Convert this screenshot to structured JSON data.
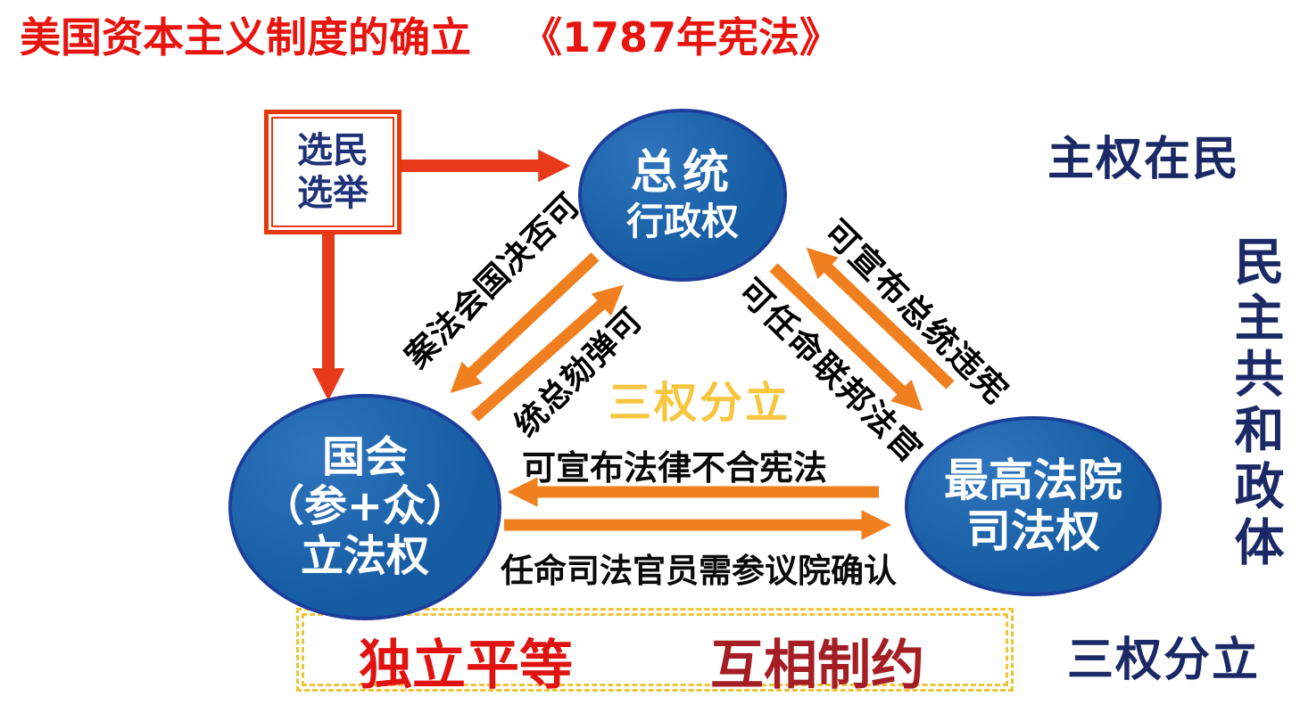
{
  "title": {
    "main": "美国资本主义制度的确立",
    "law": "《1787年宪法》"
  },
  "voter_box": {
    "line1": "选民",
    "line2": "选举"
  },
  "nodes": {
    "president": {
      "title": "总统",
      "power": "行政权"
    },
    "congress": {
      "title": "国会",
      "sub": "（参+众）",
      "power": "立法权"
    },
    "court": {
      "title": "最高法院",
      "power": "司法权"
    }
  },
  "relations": {
    "president_to_congress": "可否决国会法案",
    "congress_to_president": "可弹劾总统",
    "court_to_president": "可宣布总统违宪",
    "president_to_court": "可任命联邦法官",
    "court_to_congress": "可宣布法律不合宪法",
    "congress_to_court": "任命司法官员需参议院确认"
  },
  "center_label": "三权分立",
  "side_labels": {
    "top_right": "主权在民",
    "vertical_right": "民主共和政体",
    "bottom_right": "三权分立"
  },
  "bottom_box": {
    "left": "独立平等",
    "right": "互相制约"
  },
  "colors": {
    "title_red": "#e8150f",
    "arrow_red": "#e8391b",
    "arrow_orange": "#f0801f",
    "node_fill": "#155ca2",
    "node_border": "#1d3f9b",
    "navy_label": "#1b2a66",
    "center_yellow": "#f6c63e",
    "bottom_left_red": "#e01310",
    "bottom_right_dark_red": "#a51e23",
    "dashed_border_yellow": "#eec437",
    "voter_box_border": "#e8380d",
    "voter_text_navy": "#1f3278"
  }
}
